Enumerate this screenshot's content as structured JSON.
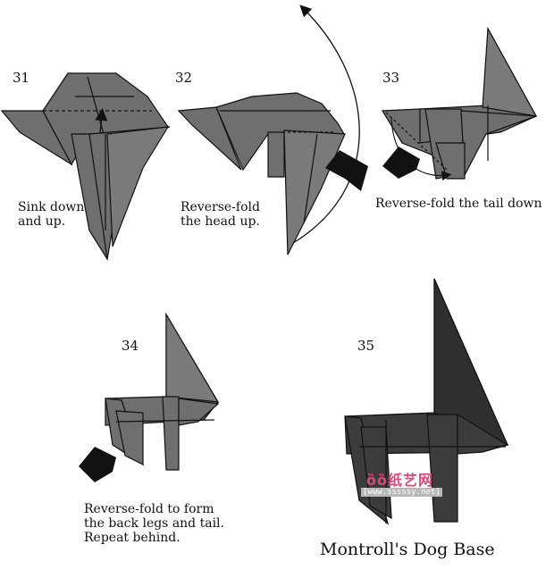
{
  "steps": [
    {
      "number": "31",
      "caption": "Sink down\nand up."
    },
    {
      "number": "32",
      "caption": "Reverse-fold\nthe head up."
    },
    {
      "number": "33",
      "caption": "Reverse-fold the tail down"
    },
    {
      "number": "34",
      "caption": "Reverse-fold to form\nthe back legs and tail.\nRepeat behind."
    },
    {
      "number": "35",
      "caption": ""
    }
  ],
  "final_title": "Montroll's Dog Base",
  "watermark": {
    "brand": "ȍȍ纸艺网",
    "url": "[www.sssssy.net]"
  },
  "colors": {
    "paper": "#6f6f6f",
    "paper_dark": "#3c3c3c",
    "line": "#111111"
  }
}
